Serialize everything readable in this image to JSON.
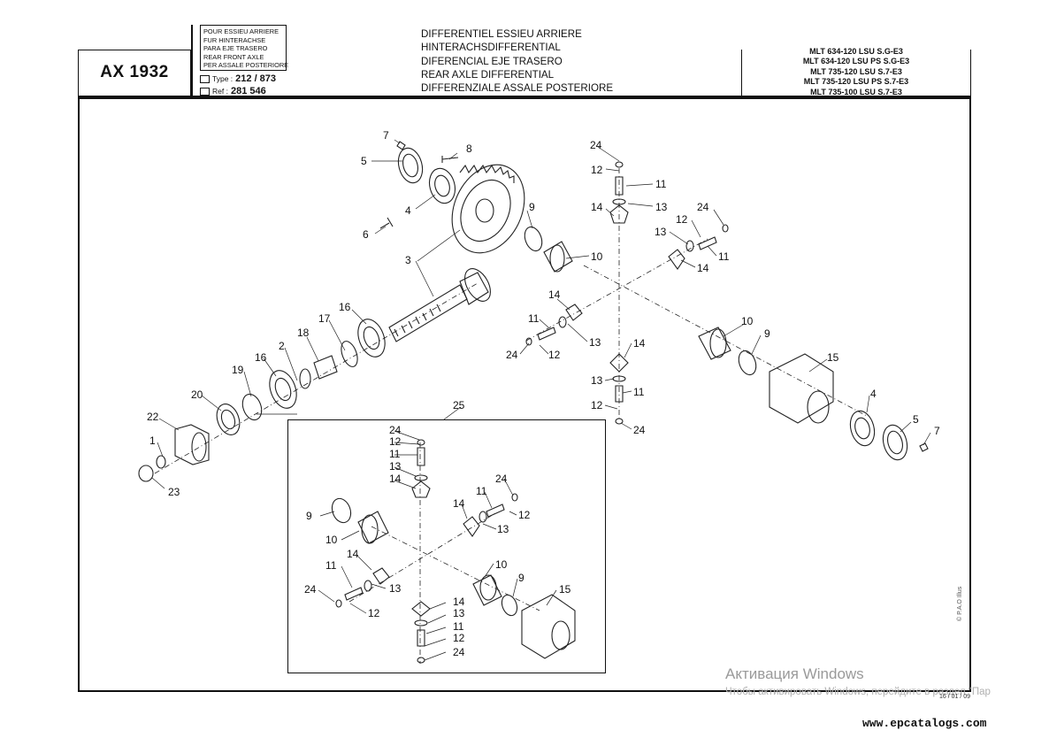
{
  "header": {
    "code": "AX 1932",
    "languages": [
      "POUR ESSIEU ARRIERE",
      "FUR HINTERACHSE",
      "PARA EJE TRASERO",
      "REAR FRONT AXLE",
      "PER ASSALE POSTERIORE"
    ],
    "type_label": "Type :",
    "type_value": "212 / 873",
    "ref_label": "Ref :",
    "ref_value": "281 546",
    "titles": [
      "DIFFERENTIEL ESSIEU ARRIERE",
      "HINTERACHSDIFFERENTIAL",
      "DIFERENCIAL EJE TRASERO",
      "REAR AXLE DIFFERENTIAL",
      "DIFFERENZIALE ASSALE POSTERIORE"
    ],
    "models": [
      "MLT 634-120 LSU S.G-E3",
      "MLT 634-120 LSU PS S.G-E3",
      "MLT 735-120 LSU S.7-E3",
      "MLT 735-120 LSU PS S.7-E3",
      "MLT 735-100 LSU S.7-E3"
    ]
  },
  "callouts_main": [
    "7",
    "8",
    "5",
    "4",
    "6",
    "3",
    "9",
    "10",
    "24",
    "12",
    "11",
    "13",
    "14",
    "24",
    "12",
    "13",
    "11",
    "14",
    "14",
    "11",
    "13",
    "24",
    "12",
    "14",
    "13",
    "11",
    "12",
    "24",
    "10",
    "9",
    "15",
    "4",
    "5",
    "7",
    "16",
    "17",
    "18",
    "2",
    "16",
    "19",
    "20",
    "22",
    "1",
    "23",
    "25"
  ],
  "callouts_inset": [
    "24",
    "12",
    "11",
    "13",
    "14",
    "9",
    "10",
    "11",
    "24",
    "14",
    "12",
    "13",
    "14",
    "11",
    "13",
    "24",
    "12",
    "10",
    "9",
    "15",
    "14",
    "13",
    "11",
    "12",
    "24"
  ],
  "footer": {
    "watermark_title": "Активация Windows",
    "watermark_text": "Чтобы активировать Windows, перейдите в раздел \"Пар",
    "date": "16 / 01 / 09",
    "side_text": "© P.A.O Illus",
    "website": "www.epcatalogs.com"
  }
}
